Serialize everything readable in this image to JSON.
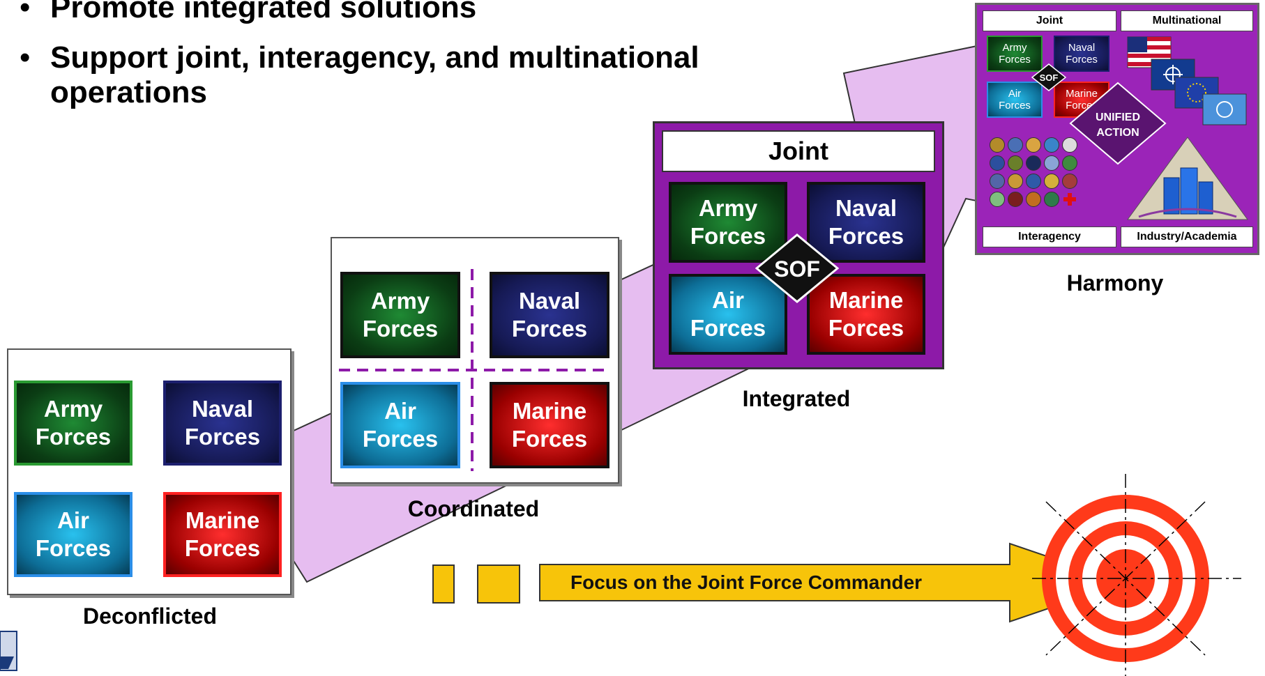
{
  "bullets": [
    "Promote integrated solutions",
    "Support joint, interagency, and multinational operations"
  ],
  "forces": {
    "army": "Army\nForces",
    "naval": "Naval\nForces",
    "air": "Air\nForces",
    "marine": "Marine\nForces"
  },
  "sof": "SOF",
  "captions": {
    "deconflicted": "Deconflicted",
    "coordinated": "Coordinated",
    "integrated": "Integrated",
    "harmony": "Harmony"
  },
  "integrated": {
    "header": "Joint"
  },
  "harmony": {
    "joint": "Joint",
    "multinational": "Multinational",
    "interagency": "Interagency",
    "industry": "Industry/Academia",
    "unified_line1": "UNIFIED",
    "unified_line2": "ACTION"
  },
  "focus": {
    "label": "Focus on the Joint Force Commander"
  },
  "colors": {
    "army": "#0b3d14",
    "naval": "#161a55",
    "air": "#0d6d96",
    "marine": "#9a0000",
    "integrated_bg": "#8d1aa8",
    "harmony_bg": "#9b24b8",
    "arrow": "#e3b4ee",
    "focus_arrow": "#f7c40a",
    "target_red": "#ff3a1a"
  }
}
